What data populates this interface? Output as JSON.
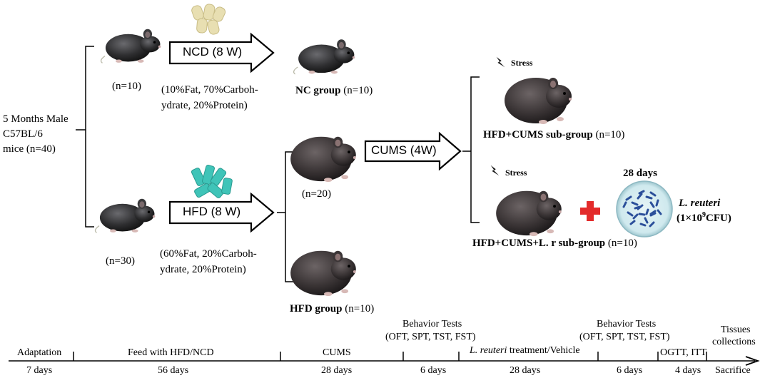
{
  "start": {
    "line1": "5 Months Male",
    "line2": "C57BL/6",
    "line3": "mice (n=40)"
  },
  "ncd_branch": {
    "n": "(n=10)",
    "arrow": "NCD (8 W)",
    "comp1": "(10%Fat, 70%Carboh-",
    "comp2": "ydrate,  20%Protein)",
    "result_label": "NC group",
    "result_n": " (n=10)"
  },
  "hfd_branch": {
    "n": "(n=30)",
    "arrow": "HFD (8 W)",
    "comp1": "(60%Fat, 20%Carboh-",
    "comp2": "ydrate,  20%Protein)",
    "sub_n": "(n=20)",
    "result_label": "HFD group",
    "result_n": " (n=10)"
  },
  "cums_branch": {
    "arrow": "CUMS (4W)",
    "stress1": "Stress",
    "group1_label": "HFD+CUMS sub-group",
    "group1_n": " (n=10)",
    "stress2": "Stress",
    "days": "28 days",
    "bacteria_name": "L. reuteri",
    "bacteria_dose_pre": "(1×10",
    "bacteria_dose_exp": "9",
    "bacteria_dose_post": "CFU)",
    "group2_label": "HFD+CUMS+L. r sub-group",
    "group2_n": " (n=10)"
  },
  "timeline": {
    "stages": [
      {
        "label": "Adaptation",
        "days": "7 days"
      },
      {
        "label": "Feed with HFD/NCD",
        "days": "56 days"
      },
      {
        "label": "CUMS",
        "days": "28 days"
      },
      {
        "label1": "Behavior Tests",
        "label2": "(OFT, SPT, TST, FST)",
        "days": "6 days"
      },
      {
        "label_italic": "L. reuteri",
        "label_rest": " treatment/Vehicle",
        "days": "28 days"
      },
      {
        "label1": "Behavior Tests",
        "label2": "(OFT, SPT, TST, FST)",
        "days": "6 days"
      },
      {
        "label": "OGTT, ITT",
        "days": "4 days"
      },
      {
        "label1": "Tissues",
        "label2": "collections",
        "days": "Sacrifice"
      }
    ]
  },
  "colors": {
    "mouse": "#2e2e30",
    "mouse_fat": "#3b3536",
    "ncd_pellet": "#e8dfb2",
    "hfd_pellet": "#3fc4b8",
    "red_cross": "#e32b2b",
    "petri_bg": "#cfe9ee",
    "bacteria": "#2b4f9a"
  }
}
